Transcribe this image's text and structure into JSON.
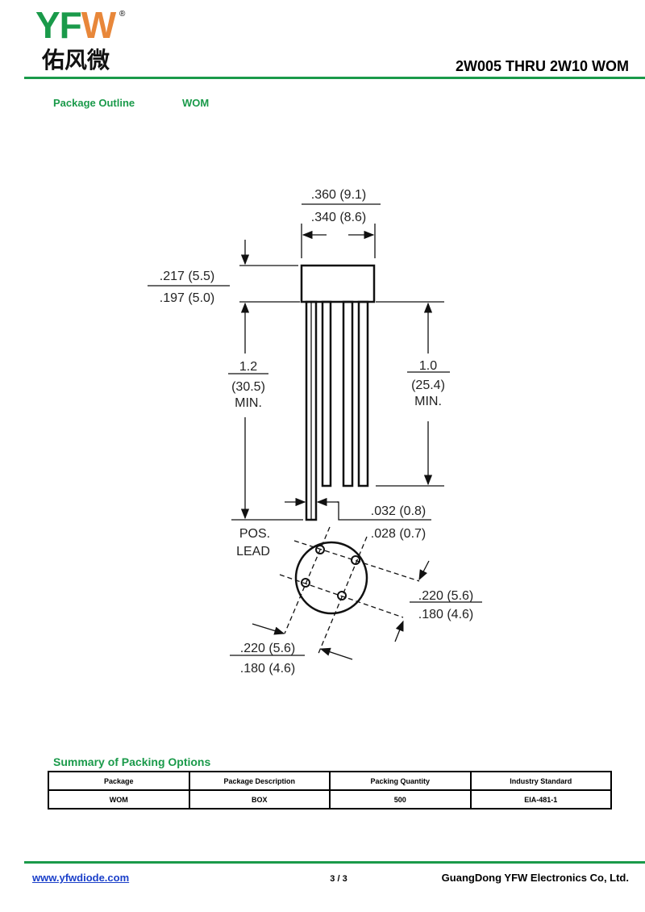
{
  "header": {
    "logo": {
      "letters": "YFW",
      "chinese": "佑风微",
      "registered": "®"
    },
    "title": "2W005 THRU 2W10  WOM"
  },
  "package_outline": {
    "label": "Package Outline",
    "package": "WOM",
    "dimensions": {
      "width_max": ".360 (9.1)",
      "width_min": ".340 (8.6)",
      "height_max": ".217 (5.5)",
      "height_min": ".197 (5.0)",
      "pos_lead_len": "1.2",
      "pos_lead_len_mm": "(30.5)",
      "pos_lead_min": "MIN.",
      "lead_len": "1.0",
      "lead_len_mm": "(25.4)",
      "lead_min": "MIN.",
      "lead_dia_max": ".032 (0.8)",
      "lead_dia_min": ".028 (0.7)",
      "pos_lead_1": "POS.",
      "pos_lead_2": "LEAD",
      "spacing_r_max": ".220 (5.6)",
      "spacing_r_min": ".180 (4.6)",
      "spacing_b_max": ".220 (5.6)",
      "spacing_b_min": ".180 (4.6)"
    }
  },
  "packing": {
    "title": "Summary of Packing Options",
    "headers": [
      "Package",
      "Package Description",
      "Packing Quantity",
      "Industry Standard"
    ],
    "rows": [
      [
        "WOM",
        "BOX",
        "500",
        "EIA-481-1"
      ]
    ]
  },
  "footer": {
    "website": "www.yfwdiode.com",
    "page": "3 / 3",
    "company": "GuangDong YFW Electronics Co, Ltd."
  },
  "colors": {
    "brand_green": "#1a9a4a",
    "brand_orange": "#e8873a"
  }
}
